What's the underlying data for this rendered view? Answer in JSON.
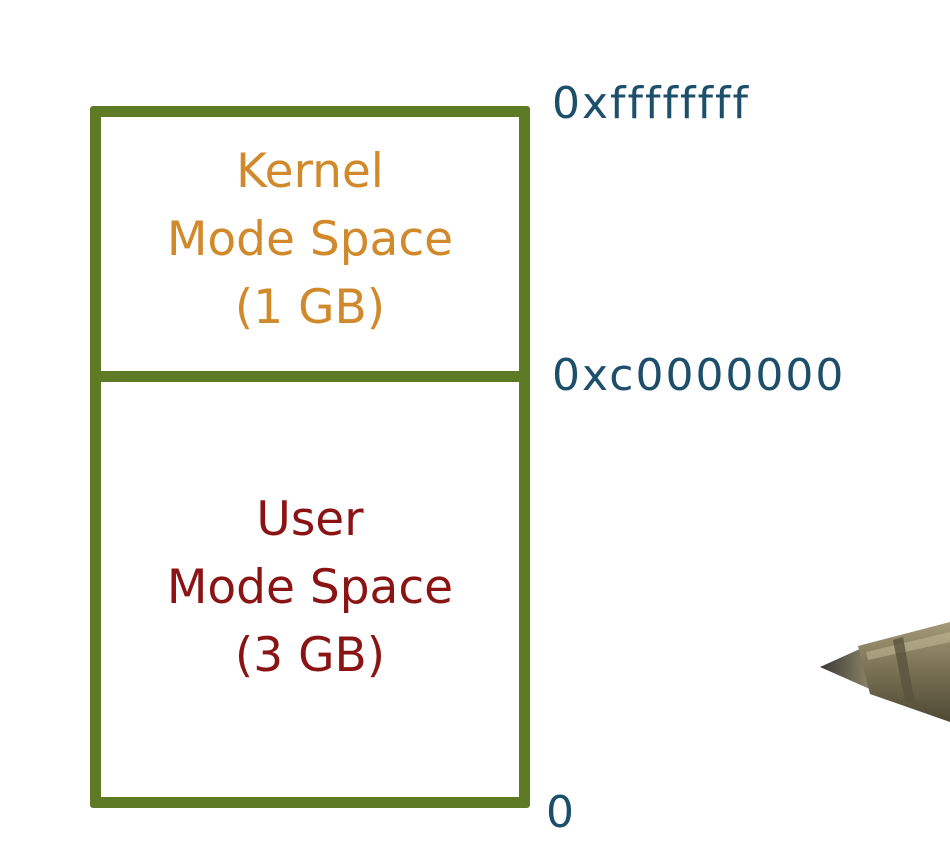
{
  "colors": {
    "box": "#5e7a24",
    "kernel": "#d08a2c",
    "user": "#8a1414",
    "address": "#1d4f6a"
  },
  "kernel_region": {
    "line1": "Kernel",
    "line2": "Mode Space",
    "line3": "(1 GB)"
  },
  "user_region": {
    "line1": "User",
    "line2": "Mode Space",
    "line3": "(3 GB)"
  },
  "addresses": {
    "top": "0xffffffff",
    "boundary": "0xc0000000",
    "bottom": "0"
  },
  "icons": {
    "pen": "pen-icon"
  }
}
